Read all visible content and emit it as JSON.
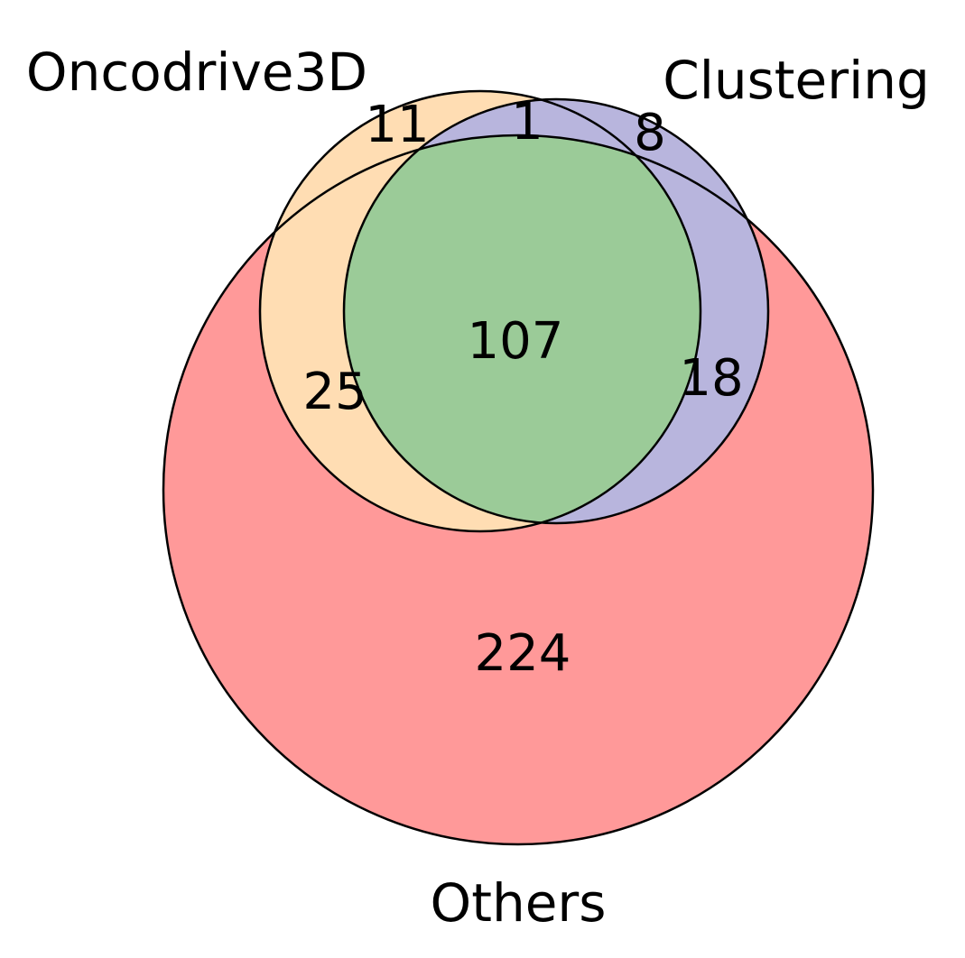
{
  "sets": {
    "oncodrive3d": {
      "label": "Oncodrive3D",
      "color": "#FFDDB3"
    },
    "clustering": {
      "label": "Clustering",
      "color": "#B8B5DD"
    },
    "others": {
      "label": "Others",
      "color": "#FF9999"
    }
  },
  "overlap_color": "#9BCB98",
  "outline_color": "#000000",
  "counts": {
    "oncodrive3d_only": "11",
    "oncodrive3d_clustering_only": "1",
    "clustering_only": "8",
    "oncodrive3d_others_only": "25",
    "all_three": "107",
    "clustering_others_only": "18",
    "others_only": "224"
  }
}
